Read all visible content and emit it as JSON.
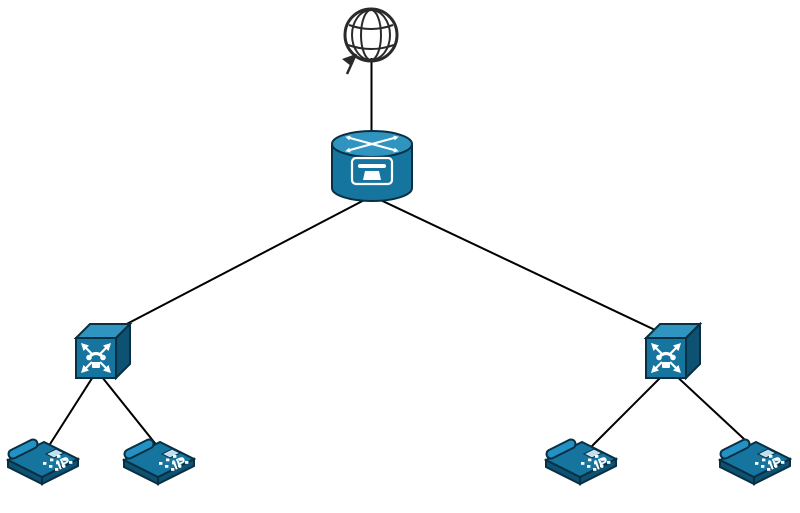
{
  "diagram": {
    "type": "network-topology",
    "background": "#ffffff",
    "colors": {
      "node_primary": "#16759e",
      "node_light": "#2f94c0",
      "node_dark": "#0d5273",
      "node_outline": "#082f42",
      "detail_white": "#ffffff",
      "connector_line": "#000000",
      "globe_stroke": "#2a2a2a"
    },
    "nodes": [
      {
        "id": "internet-globe",
        "type": "globe"
      },
      {
        "id": "voice-router",
        "type": "voice-enabled-router"
      },
      {
        "id": "call-control-left",
        "type": "call-manager-cube"
      },
      {
        "id": "call-control-right",
        "type": "call-manager-cube"
      },
      {
        "id": "ip-phone-1",
        "type": "ip-phone",
        "label": "IP"
      },
      {
        "id": "ip-phone-2",
        "type": "ip-phone",
        "label": "IP"
      },
      {
        "id": "ip-phone-3",
        "type": "ip-phone",
        "label": "IP"
      },
      {
        "id": "ip-phone-4",
        "type": "ip-phone",
        "label": "IP"
      }
    ],
    "edges": [
      {
        "from": "internet-globe",
        "to": "voice-router"
      },
      {
        "from": "voice-router",
        "to": "call-control-left"
      },
      {
        "from": "voice-router",
        "to": "call-control-right"
      },
      {
        "from": "call-control-left",
        "to": "ip-phone-1"
      },
      {
        "from": "call-control-left",
        "to": "ip-phone-2"
      },
      {
        "from": "call-control-right",
        "to": "ip-phone-3"
      },
      {
        "from": "call-control-right",
        "to": "ip-phone-4"
      }
    ]
  }
}
